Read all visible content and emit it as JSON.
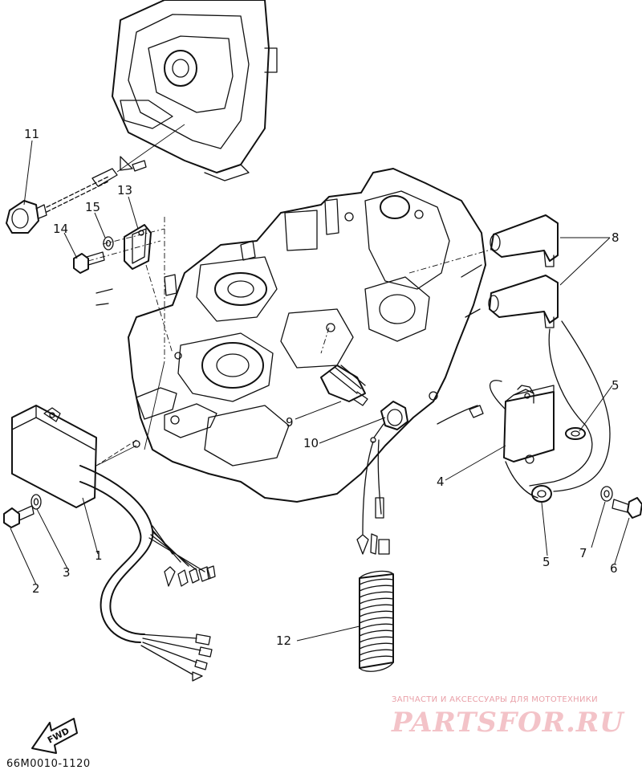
{
  "diagram": {
    "code": "66M0010-1120",
    "fwd_label": "FWD",
    "callouts": [
      {
        "id": "c1",
        "label": "1"
      },
      {
        "id": "c2",
        "label": "2"
      },
      {
        "id": "c3",
        "label": "3"
      },
      {
        "id": "c4",
        "label": "4"
      },
      {
        "id": "c5a",
        "label": "5"
      },
      {
        "id": "c5b",
        "label": "5"
      },
      {
        "id": "c6",
        "label": "6"
      },
      {
        "id": "c7",
        "label": "7"
      },
      {
        "id": "c8",
        "label": "8"
      },
      {
        "id": "c9",
        "label": "9"
      },
      {
        "id": "c10",
        "label": "10"
      },
      {
        "id": "c11",
        "label": "11"
      },
      {
        "id": "c12",
        "label": "12"
      },
      {
        "id": "c13",
        "label": "13"
      },
      {
        "id": "c14",
        "label": "14"
      },
      {
        "id": "c15",
        "label": "15"
      }
    ]
  },
  "watermark": {
    "caption": "ЗАПЧАСТИ И АКСЕССУАРЫ ДЛЯ МОТОТЕХНИКИ",
    "logo": "PARTSFOR.RU"
  }
}
